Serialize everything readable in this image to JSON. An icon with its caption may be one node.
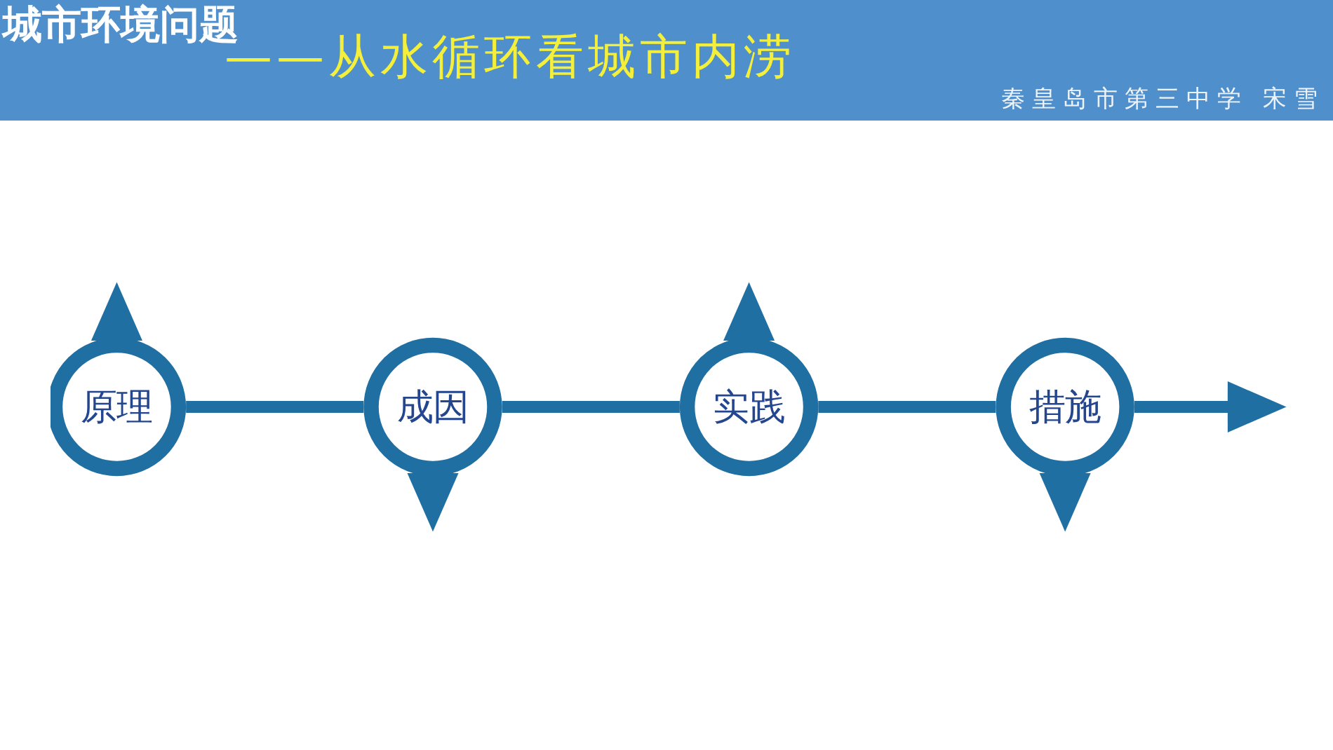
{
  "diagram": {
    "title": "城市环境问题",
    "nodes": [
      {
        "text": [
          "原理"
        ]
      },
      {
        "text": [
          "成因"
        ]
      },
      {
        "text": [
          "实践"
        ]
      },
      {
        "text": [
          "措施"
        ]
      }
    ],
    "edges": [
      {
        "from": 0,
        "to": 1,
        "arrow": "none"
      },
      {
        "from": 1,
        "to": 2,
        "arrow": "none"
      },
      {
        "from": 2,
        "to": 3,
        "arrow": "none"
      },
      {
        "from": 3,
        "to": null,
        "arrow": "to"
      },
      {
        "from": 0,
        "to": null,
        "arrow": "to"
      },
      {
        "from": 1,
        "to": null,
        "arrow": "to"
      },
      {
        "from": 2,
        "to": null,
        "arrow": "to"
      },
      {
        "from": 3,
        "to": null,
        "arrow": "to"
      }
    ],
    "labels": [
      "——从水循环看城市内涝",
      "秦皇岛市第三中学 宋雪"
    ]
  }
}
